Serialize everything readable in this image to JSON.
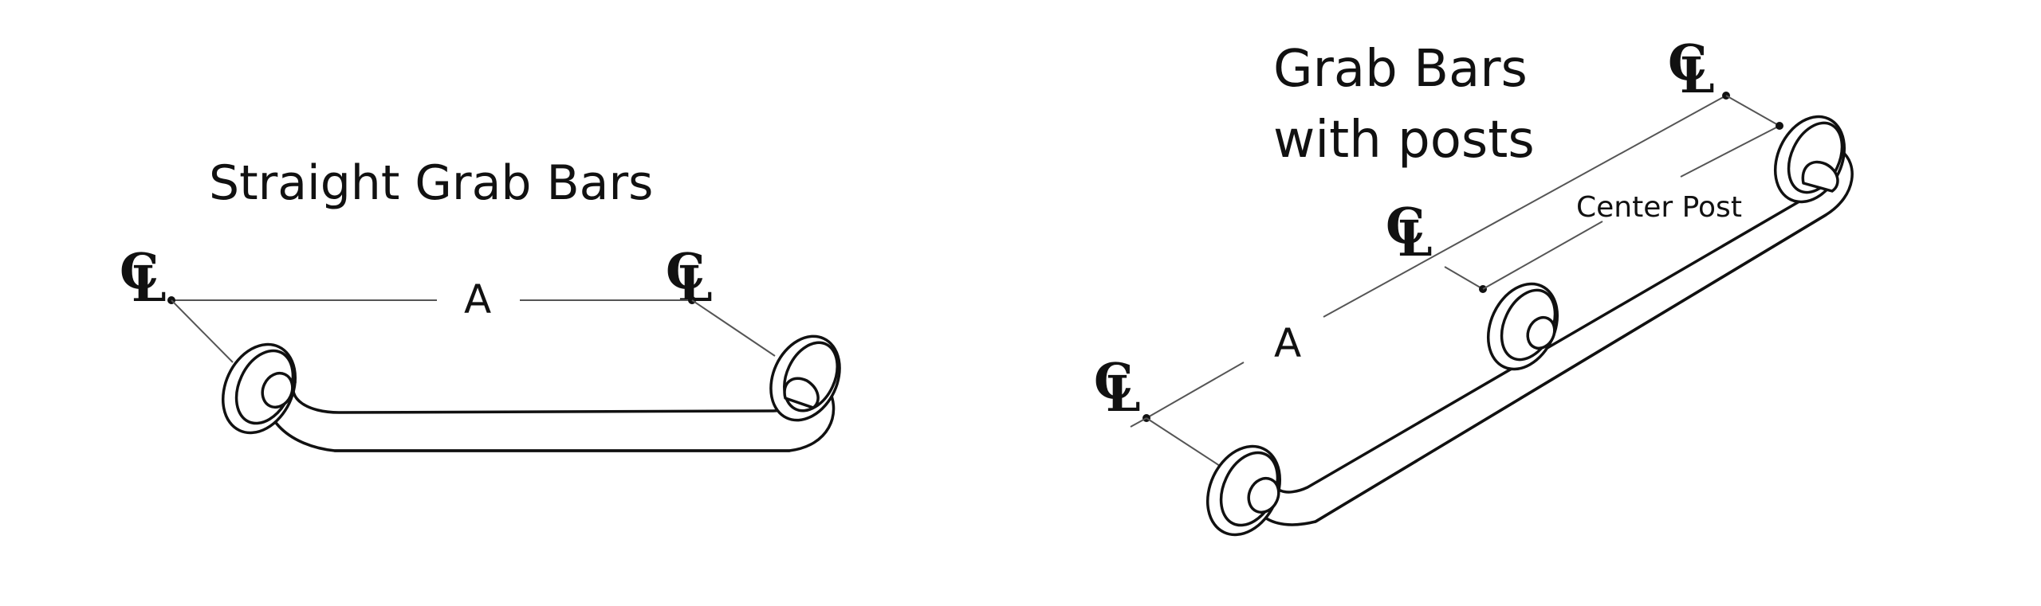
{
  "left": {
    "title": "Straight Grab Bars",
    "centerline_symbol": "CL",
    "dimension_label": "A"
  },
  "right": {
    "title_line1": "Grab Bars",
    "title_line2": "with posts",
    "centerline_symbol": "CL",
    "dimension_label": "A",
    "post_label": "Center Post"
  }
}
